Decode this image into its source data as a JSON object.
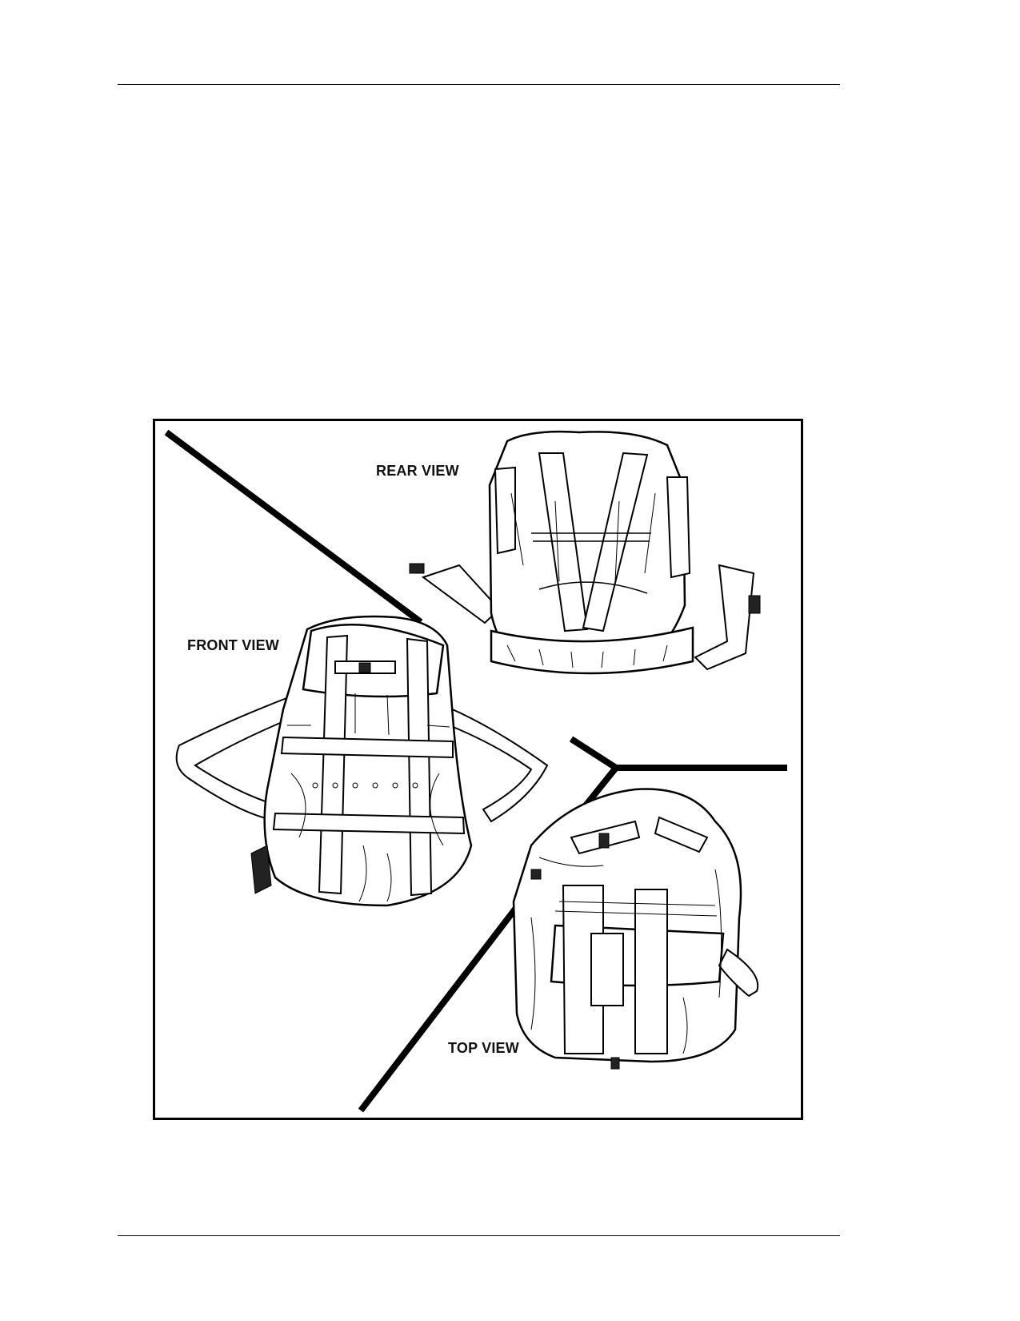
{
  "figure": {
    "labels": {
      "rear": "REAR VIEW",
      "front": "FRONT VIEW",
      "top": "TOP VIEW"
    }
  }
}
